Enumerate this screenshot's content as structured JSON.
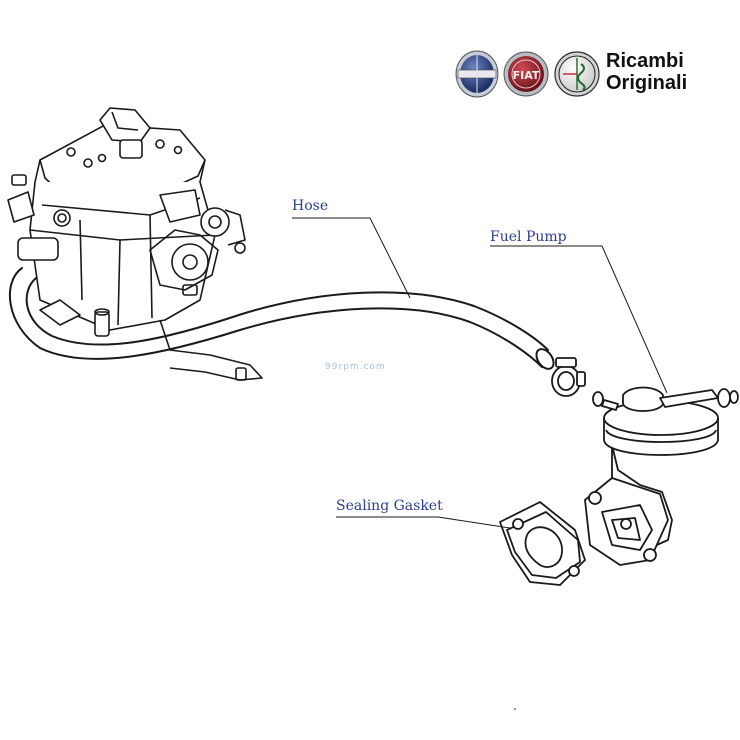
{
  "branding": {
    "logos": [
      {
        "icon": "lancia-badge-icon",
        "text": "LANCIA",
        "color": "#22356e"
      },
      {
        "icon": "fiat-badge-icon",
        "text": "FIAT",
        "color": "#9c1d28"
      },
      {
        "icon": "alfa-romeo-badge-icon",
        "text": "ALFA ROMEO",
        "color": "#1d1d1d"
      }
    ],
    "line1": "Ricambi",
    "line2": "Originali"
  },
  "labels": {
    "hose": "Hose",
    "fuel_pump": "Fuel Pump",
    "sealing_gasket": "Sealing Gasket"
  },
  "watermark": "99rpm.com",
  "colors": {
    "label": "#2d3e8c",
    "line": "#1a1a1a",
    "watermark": "#a7c3d8"
  }
}
